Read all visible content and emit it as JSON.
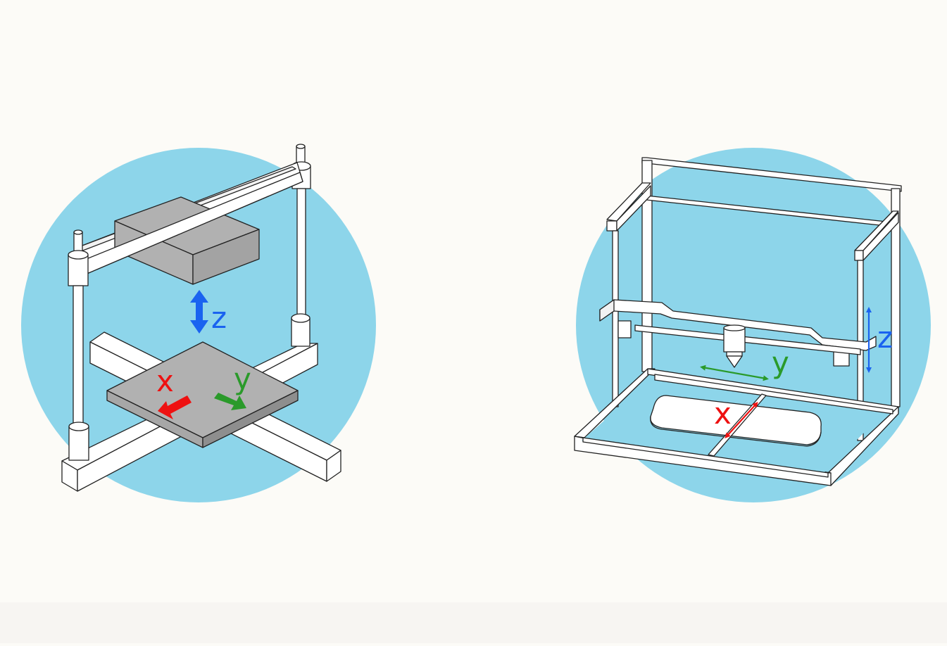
{
  "colors": {
    "background": "#fcfbf7",
    "circle": "#8dd5ea",
    "frame_fill": "#ffffff",
    "stroke": "#222222",
    "block_gray": "#b1b1b1",
    "x_axis": "#ee1111",
    "y_axis": "#2a9a2a",
    "z_axis": "#1a63f0"
  },
  "left_diagram": {
    "labels": {
      "z": "z",
      "x": "x",
      "y": "y"
    }
  },
  "right_diagram": {
    "labels": {
      "z": "z",
      "x": "x",
      "y": "y"
    }
  }
}
